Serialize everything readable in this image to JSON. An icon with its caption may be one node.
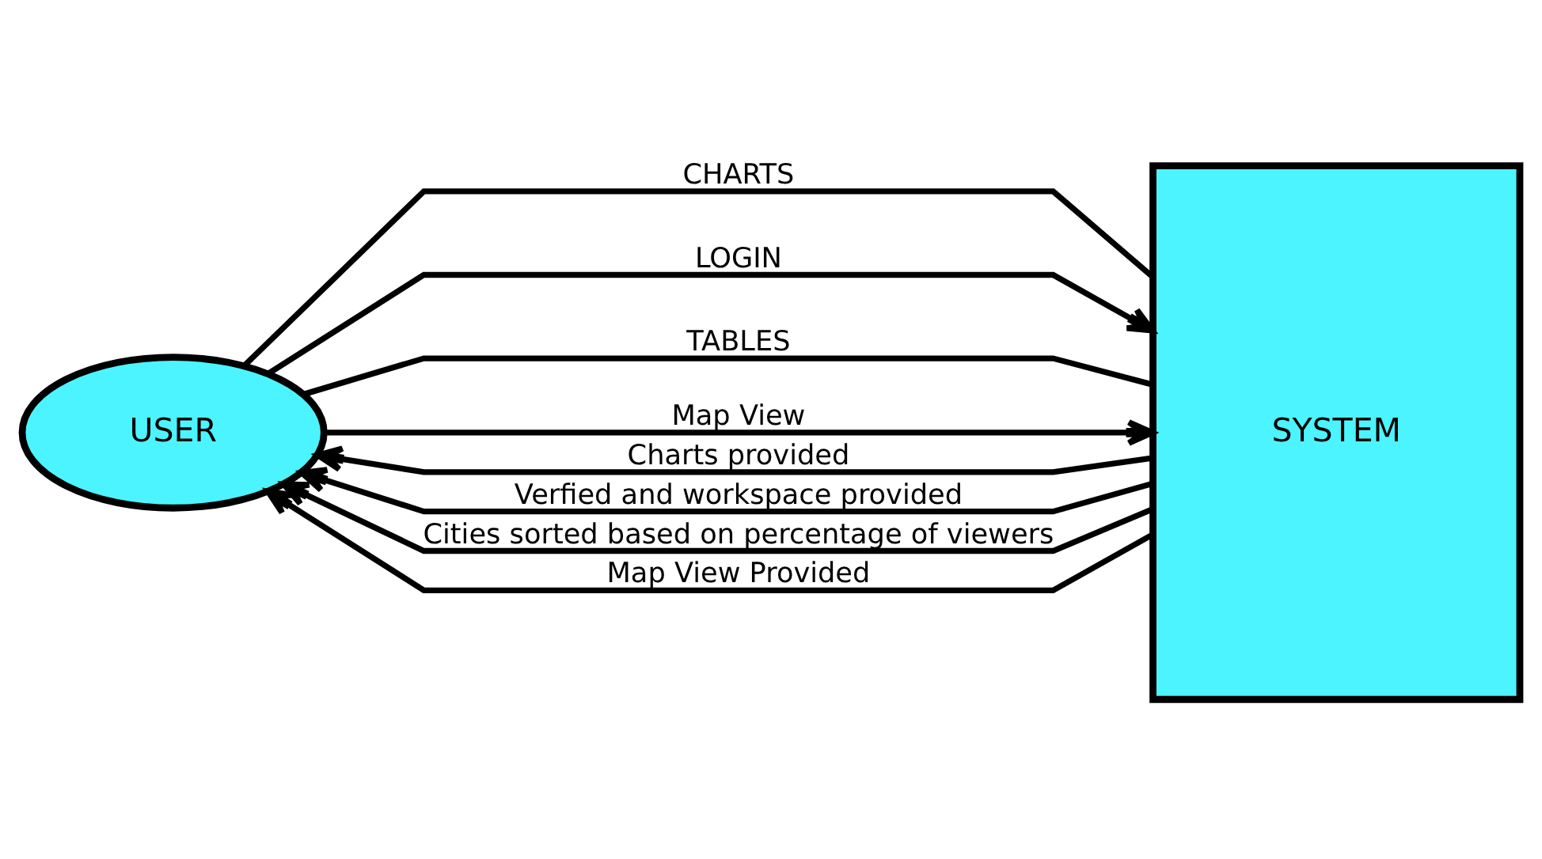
{
  "diagram": {
    "nodes": [
      {
        "text": [
          "USER"
        ]
      },
      {
        "text": [
          "SYSTEM"
        ]
      }
    ],
    "edges": [
      {
        "from": 0,
        "to": 1,
        "label": "CHARTS",
        "arrow": "none"
      },
      {
        "from": 1,
        "to": 0,
        "label": "Charts provided",
        "arrow": "to"
      },
      {
        "from": 0,
        "to": 1,
        "label": "LOGIN",
        "arrow": "to"
      },
      {
        "from": 1,
        "to": 0,
        "label": "Verfied and workspace provided",
        "arrow": "to"
      },
      {
        "from": 0,
        "to": 1,
        "label": "TABLES",
        "arrow": "none"
      },
      {
        "from": 1,
        "to": 0,
        "label": "Cities sorted based on percentage of viewers",
        "arrow": "to"
      },
      {
        "from": 0,
        "to": 1,
        "label": "Map View",
        "arrow": "to"
      },
      {
        "from": 1,
        "to": 0,
        "label": "Map View Provided",
        "arrow": "to"
      }
    ]
  }
}
